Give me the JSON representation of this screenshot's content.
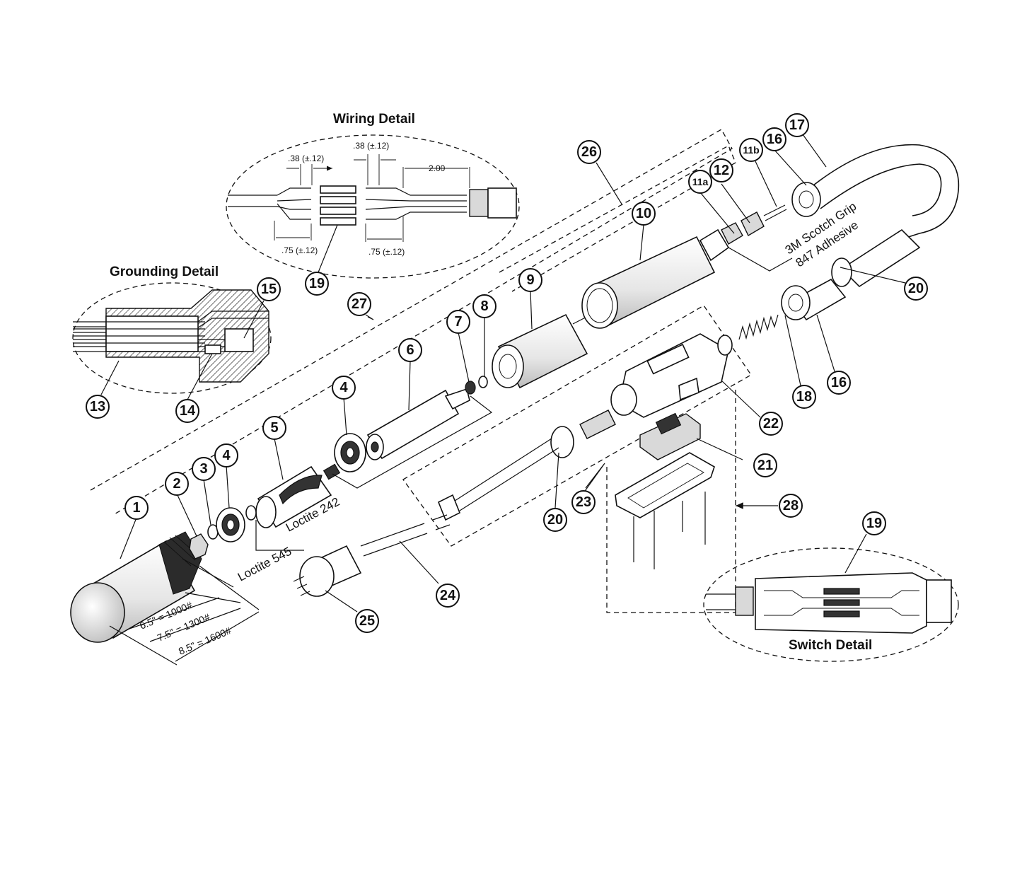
{
  "details": {
    "wiring": "Wiring Detail",
    "grounding": "Grounding Detail",
    "switch": "Switch Detail"
  },
  "notes": {
    "loctite_545": "Loctite 545",
    "loctite_242": "Loctite 242",
    "adhesive_line1": "3M Scotch Grip",
    "adhesive_line2": "847 Adhesive"
  },
  "wiring_dims": {
    "strip_left": ".38 (±.12)",
    "strip_right": ".38 (±.12)",
    "length_2": "2.00",
    "lead_left": ".75 (±.12)",
    "lead_right": ".75 (±.12)"
  },
  "size_table": {
    "row1": "6.5\" = 1000#",
    "row2": "7.5\" = 1300#",
    "row3": "8.5\" = 1600#"
  },
  "callouts": {
    "c1": "1",
    "c2": "2",
    "c3": "3",
    "c4a": "4",
    "c4b": "4",
    "c5": "5",
    "c6": "6",
    "c7": "7",
    "c8": "8",
    "c9": "9",
    "c10": "10",
    "c11a": "11a",
    "c11b": "11b",
    "c12": "12",
    "c13": "13",
    "c14": "14",
    "c15": "15",
    "c16a": "16",
    "c16b": "16",
    "c17": "17",
    "c18": "18",
    "c19a": "19",
    "c19b": "19",
    "c20a": "20",
    "c20b": "20",
    "c21": "21",
    "c22": "22",
    "c23": "23",
    "c24": "24",
    "c25": "25",
    "c26": "26",
    "c27": "27",
    "c28": "28"
  }
}
